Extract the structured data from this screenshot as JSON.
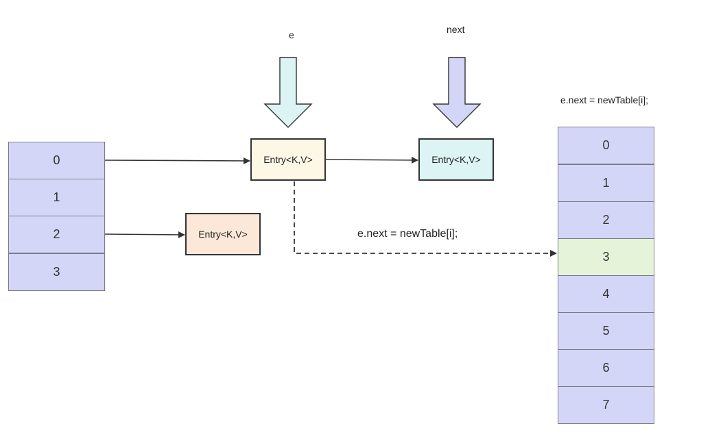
{
  "old_table": {
    "indices": [
      "0",
      "1",
      "2",
      "3"
    ]
  },
  "new_table": {
    "indices": [
      "0",
      "1",
      "2",
      "3",
      "4",
      "5",
      "6",
      "7"
    ],
    "highlighted_index": "3"
  },
  "entries": {
    "e_entry": "Entry<K,V>",
    "next_entry": "Entry<K,V>",
    "bucket2_entry": "Entry<K,V>"
  },
  "pointers": {
    "e_label": "e",
    "next_label": "next"
  },
  "annotations": {
    "top_right_code": "e.next = newTable[i];",
    "middle_code": "e.next = newTable[i];"
  },
  "colors": {
    "bucket": "#d4d6f7",
    "bucket_highlight": "#e5f4d8",
    "e_entry_fill": "#fdf7e6",
    "next_entry_fill": "#dcf4f4",
    "bucket2_entry_fill": "#fbe8d8",
    "e_arrow_fill": "#dcf4f4",
    "next_arrow_fill": "#d4d6f7"
  }
}
